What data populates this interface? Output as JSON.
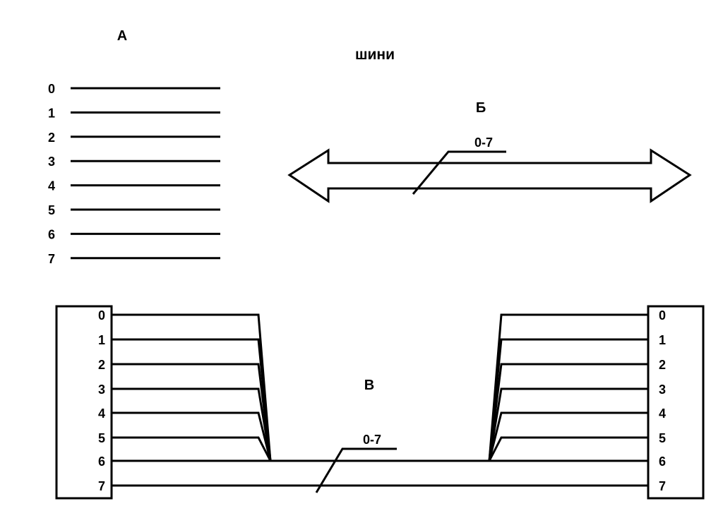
{
  "title": "шини",
  "section_a": {
    "label": "А",
    "lines": [
      "0",
      "1",
      "2",
      "3",
      "4",
      "5",
      "6",
      "7"
    ]
  },
  "section_b": {
    "label": "Б",
    "bus_label": "0-7"
  },
  "section_c": {
    "label": "В",
    "bus_label": "0-7",
    "left_lines": [
      "0",
      "1",
      "2",
      "3",
      "4",
      "5",
      "6",
      "7"
    ],
    "right_lines": [
      "0",
      "1",
      "2",
      "3",
      "4",
      "5",
      "6",
      "7"
    ]
  }
}
